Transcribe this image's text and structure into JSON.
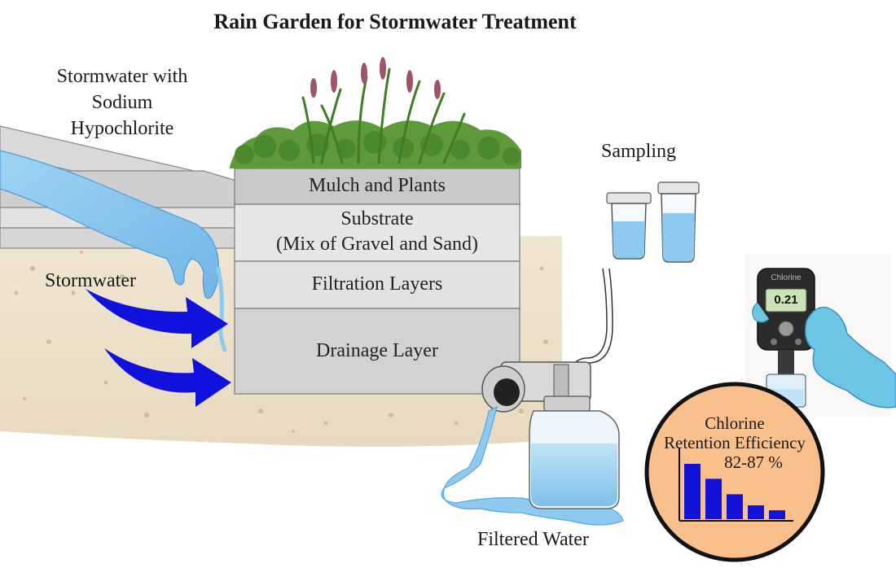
{
  "title": "Rain Garden for Stormwater Treatment",
  "inflow": {
    "line1": "Stormwater with",
    "line2": "Sodium",
    "line3": "Hypochlorite"
  },
  "stormwater_label": "Stormwater",
  "layers": [
    {
      "label": "Mulch and Plants"
    },
    {
      "label": "Substrate"
    },
    {
      "label": "(Mix of Gravel and Sand)"
    },
    {
      "label": "Filtration Layers"
    },
    {
      "label": "Drainage Layer"
    }
  ],
  "sampling_label": "Sampling",
  "filtered_label": "Filtered Water",
  "meter": {
    "brand": "Chlorine",
    "reading": "0.21"
  },
  "efficiency": {
    "line1": "Chlorine",
    "line2": "Retention Efficiency",
    "range": "82-87 %",
    "bars": [
      1.0,
      0.73,
      0.45,
      0.25,
      0.16
    ]
  },
  "colors": {
    "layer_top": "#c9c9c9",
    "layer_light": "#e4e4e4",
    "arrow": "#1111dd",
    "water": "#8ec9ef",
    "circle_fill": "#f9c08c",
    "bar": "#1313d8",
    "glove": "#6ec6e6",
    "plants": "#5c9a3a",
    "flowers": "#a0526b"
  }
}
